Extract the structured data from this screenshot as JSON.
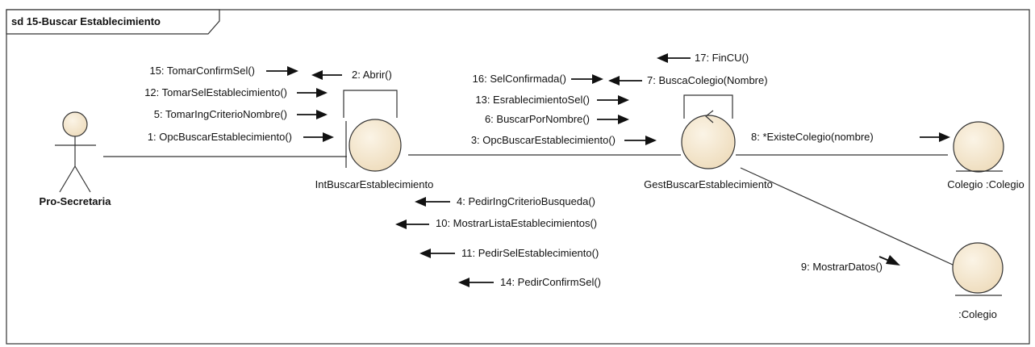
{
  "frame": {
    "title": "sd 15-Buscar Establecimiento"
  },
  "actor": {
    "label": "Pro-Secretaria"
  },
  "objects": {
    "interface": "IntBuscarEstablecimiento",
    "control": "GestBuscarEstablecimiento",
    "entity_colegio": "Colegio :Colegio",
    "entity_datos": ":Colegio"
  },
  "messages": {
    "m15": "15: TomarConfirmSel()",
    "m12": "12: TomarSelEstablecimiento()",
    "m5": "5: TomarIngCriterioNombre()",
    "m1": "1: OpcBuscarEstablecimiento()",
    "m2": "2: Abrir()",
    "m16": "16: SelConfirmada()",
    "m13": "13: EsrablecimientoSel()",
    "m6": "6: BuscarPorNombre()",
    "m3": "3: OpcBuscarEstablecimiento()",
    "m17": "17: FinCU()",
    "m7": "7: BuscaColegio(Nombre)",
    "m8": "8: *ExisteColegio(nombre)",
    "m4": "4: PedirIngCriterioBusqueda()",
    "m10": "10: MostrarListaEstablecimientos()",
    "m11": "11: PedirSelEstablecimiento()",
    "m14": "14: PedirConfirmSel()",
    "m9": "9: MostrarDatos()"
  }
}
